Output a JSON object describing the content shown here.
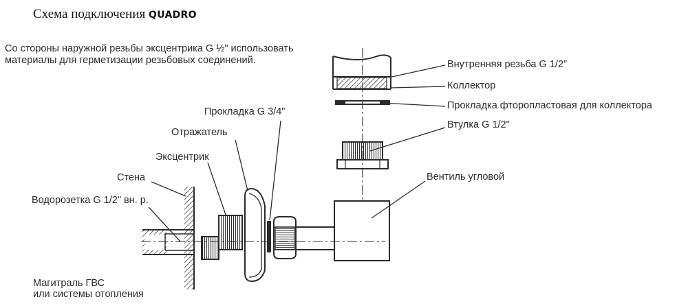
{
  "title": {
    "text": "Схема подключения",
    "brand": "QUADRO"
  },
  "note": "Со стороны наружной резьбы эксцентрика G ½\" использовать материалы для герметизации резьбовых соединений.",
  "labels": {
    "inner_thread": "Внутренняя резьба G 1/2\"",
    "collector": "Коллектор",
    "ptfe_gasket": "Прокладка фторопластовая для коллектора",
    "sleeve": "Втулка G 1/2\"",
    "angle_valve": "Вентиль угловой",
    "gasket_34": "Прокладка G 3/4\"",
    "reflector": "Отражатель",
    "eccentric": "Эксцентрик",
    "wall": "Стена",
    "water_socket": "Водорозетка G 1/2\" вн. р.",
    "main_line_1": "Магитраль ГВС",
    "main_line_2": "или системы отопления"
  },
  "colors": {
    "line": "#2b2b2b",
    "text": "#2a2a2a",
    "background": "#ffffff"
  }
}
